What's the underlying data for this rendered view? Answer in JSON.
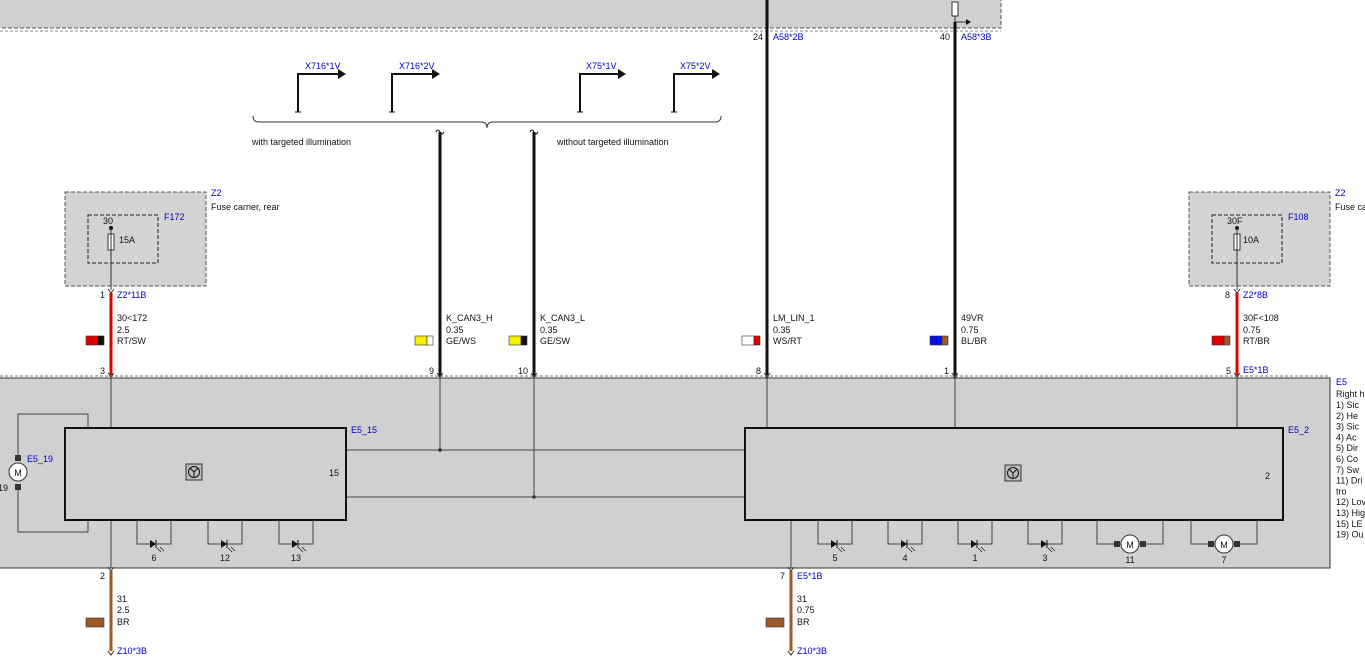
{
  "top_connectors": {
    "left": {
      "pin": "24",
      "name": "A58*2B"
    },
    "right": {
      "pin": "40",
      "name": "A58*3B"
    }
  },
  "ref_arrows": [
    "X716*1V",
    "X716*2V",
    "X75*1V",
    "X75*2V"
  ],
  "variants": {
    "with": "with targeted illumination",
    "without": "without targeted illumination"
  },
  "fuse_left": {
    "carrier_id": "Z2",
    "carrier_name": "Fuse carrier, rear",
    "fuse_id": "F172",
    "terminal": "30",
    "rating": "15A",
    "connector": "Z2*11B",
    "pin": "1"
  },
  "fuse_right": {
    "carrier_id": "Z2",
    "carrier_name": "Fuse ca",
    "fuse_id": "F108",
    "terminal": "30F",
    "rating": "10A",
    "connector": "Z2*8B",
    "pin": "8"
  },
  "wires": [
    {
      "id": "w1",
      "signal": "30<172",
      "cross_section": "2.5",
      "color_code": "RT/SW",
      "pin": "3",
      "swatch": [
        "#e00000",
        "#111111"
      ]
    },
    {
      "id": "w2",
      "signal": "K_CAN3_H",
      "cross_section": "0.35",
      "color_code": "GE/WS",
      "pin": "9",
      "swatch": [
        "#f4f000",
        "#ffffff"
      ]
    },
    {
      "id": "w3",
      "signal": "K_CAN3_L",
      "cross_section": "0.35",
      "color_code": "GE/SW",
      "pin": "10",
      "swatch": [
        "#f4f000",
        "#111111"
      ]
    },
    {
      "id": "w4",
      "signal": "LM_LIN_1",
      "cross_section": "0.35",
      "color_code": "WS/RT",
      "pin": "8",
      "swatch": [
        "#ffffff",
        "#e00000"
      ]
    },
    {
      "id": "w5",
      "signal": "49VR",
      "cross_section": "0.75",
      "color_code": "BL/BR",
      "pin": "1",
      "swatch": [
        "#0010e0",
        "#9a5a2a"
      ]
    },
    {
      "id": "w6",
      "signal": "30F<108",
      "cross_section": "0.75",
      "color_code": "RT/BR",
      "pin": "5",
      "swatch": [
        "#e00000",
        "#9a5a2a"
      ]
    }
  ],
  "e5_connector": "E5*1B",
  "module": {
    "id": "E5",
    "title": "Right h",
    "legend": [
      "1)  Sic",
      "2)  He",
      "3)  Sic",
      "4)  Ac",
      "5)  Dir",
      "6)  Co",
      "7)  Sw",
      "11) Dri",
      "tro",
      "12) Lov",
      "13) Hig",
      "15) LE",
      "19) Ou"
    ]
  },
  "sub_left": {
    "id": "E5_15",
    "pin": "15"
  },
  "sub_right": {
    "id": "E5_2",
    "pin": "2"
  },
  "motor_left": {
    "id": "E5_19",
    "label": "M",
    "pin": "19"
  },
  "leds_left": [
    "6",
    "12",
    "13"
  ],
  "leds_right": [
    "5",
    "4",
    "1",
    "3"
  ],
  "motors_right": [
    {
      "pin": "11",
      "label": "M"
    },
    {
      "pin": "7",
      "label": "M"
    }
  ],
  "ground_wires": [
    {
      "id": "g1",
      "pin": "2",
      "signal": "31",
      "cross_section": "2.5",
      "color_code": "BR",
      "connector_top": "",
      "connector_bottom": "Z10*3B",
      "swatch": "#9a5a2a"
    },
    {
      "id": "g2",
      "pin": "7",
      "signal": "31",
      "cross_section": "0.75",
      "color_code": "BR",
      "connector_top": "E5*1B",
      "connector_bottom": "Z10*3B",
      "swatch": "#9a5a2a"
    }
  ],
  "colors": {
    "module_fill": "#d0d0d0",
    "fuse_fill": "#d3d3d3",
    "red_wire": "#e00000",
    "brown_wire": "#9a5a2a",
    "label_blue": "#0000c8"
  }
}
